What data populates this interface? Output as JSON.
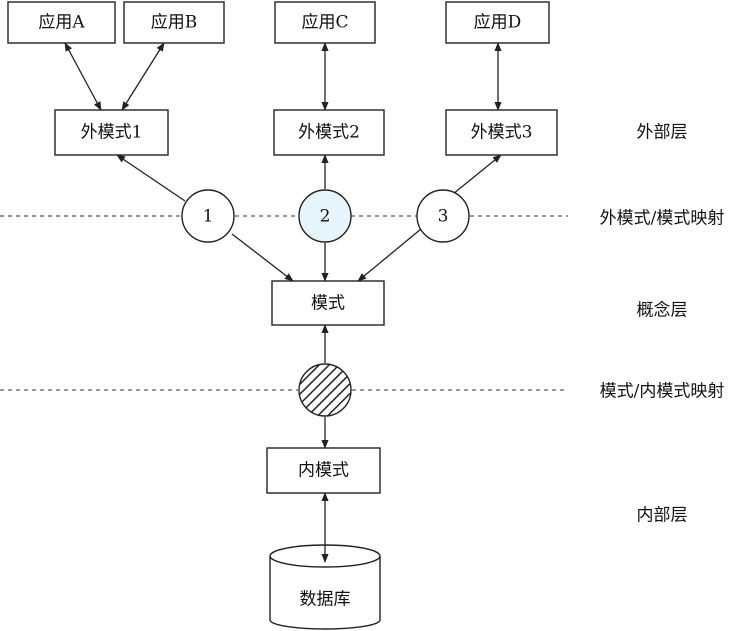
{
  "apps": [
    "应用A",
    "应用B",
    "应用C",
    "应用D"
  ],
  "external_schemas": [
    "外模式1",
    "外模式2",
    "外模式3"
  ],
  "mappings": [
    "1",
    "2",
    "3"
  ],
  "schema": "模式",
  "internal_schema": "内模式",
  "database": "数据库",
  "levels": {
    "external": "外部层",
    "ext_mapping": "外模式/模式映射",
    "conceptual": "概念层",
    "int_mapping": "模式/内模式映射",
    "internal": "内部层"
  },
  "colors": {
    "highlight_fill": "#e8f4fb",
    "line": "#222222",
    "background": "#ffffff"
  }
}
